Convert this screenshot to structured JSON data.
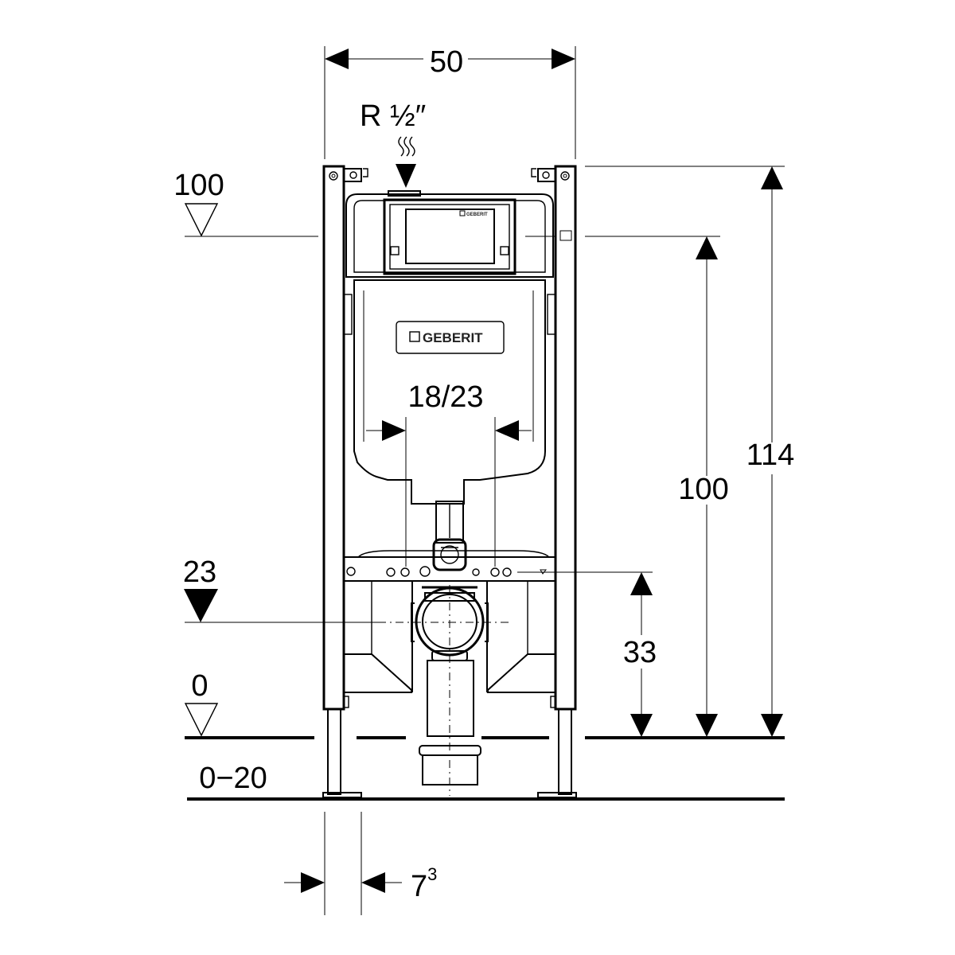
{
  "dimensions": {
    "frame_width": "50",
    "inlet": "R ½″",
    "level_flush": "100",
    "level_drain": "23",
    "level_floor": "0",
    "floor_adjust": "0−20",
    "bolt_spacing": "18/23",
    "total_height": "114",
    "flush_height": "100",
    "drain_height": "33",
    "foot_base": "7",
    "foot_exp": "3"
  },
  "brand": {
    "logo_panel": "GEBERIT",
    "logo_actuator": "GEBERIT"
  }
}
